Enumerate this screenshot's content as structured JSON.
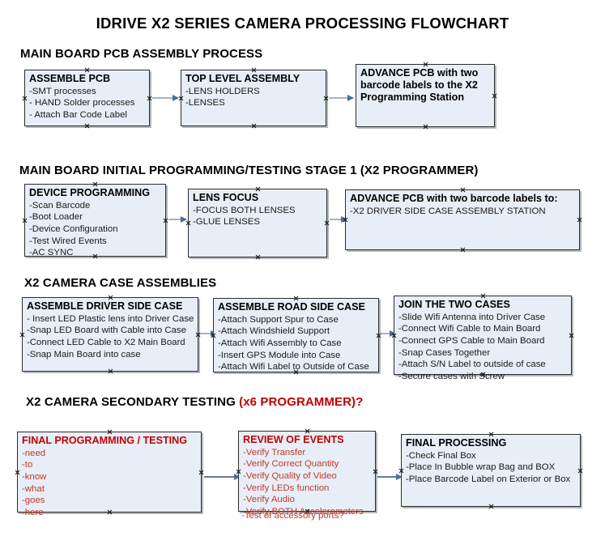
{
  "document": {
    "title": "IDRIVE X2  SERIES CAMERA PROCESSING FLOWCHART",
    "accent_color": "#c00000",
    "node_fill": "#e8eef7",
    "connector_color": "#9fb4cc"
  },
  "sections": [
    {
      "id": "main-board-pcb-assembly",
      "heading": "MAIN BOARD PCB ASSEMBLY PROCESS",
      "heading_accent": "",
      "nodes": [
        {
          "id": "assemble-pcb",
          "title": "ASSEMBLE PCB",
          "items": [
            "-SMT processes",
            "- HAND Solder processes",
            "- Attach Bar Code Label"
          ]
        },
        {
          "id": "top-level-assembly",
          "title": "TOP LEVEL ASSEMBLY",
          "items": [
            "-LENS HOLDERS",
            "-LENSES"
          ]
        },
        {
          "id": "advance-pcb-x2-programming-station",
          "title": "ADVANCE PCB with two barcode labels to the  X2 Programming Station",
          "items": []
        }
      ]
    },
    {
      "id": "main-board-initial-programming",
      "heading": "MAIN BOARD INITIAL PROGRAMMING/TESTING STAGE 1 (X2 PROGRAMMER)",
      "heading_accent": "",
      "nodes": [
        {
          "id": "device-programming",
          "title": "DEVICE PROGRAMMING",
          "items": [
            "-Scan Barcode",
            "-Boot Loader",
            "-Device Configuration",
            "-Test Wired Events",
            "-AC SYNC"
          ]
        },
        {
          "id": "lens-focus",
          "title": "LENS FOCUS",
          "items": [
            "-FOCUS BOTH LENSES",
            "-GLUE LENSES"
          ]
        },
        {
          "id": "advance-pcb-driver-side-case",
          "title": "ADVANCE PCB with two barcode labels to:",
          "items": [
            "-X2 DRIVER  SIDE  CASE  ASSEMBLY STATION"
          ]
        }
      ]
    },
    {
      "id": "x2-camera-case-assemblies",
      "heading": "X2 CAMERA CASE ASSEMBLIES",
      "heading_accent": "",
      "nodes": [
        {
          "id": "assemble-driver-side-case",
          "title": "ASSEMBLE DRIVER SIDE CASE",
          "items": [
            "- Insert LED Plastic lens into Driver Case",
            "-Snap LED Board with Cable into Case",
            "-Connect LED Cable to X2 Main Board",
            "-Snap Main Board into case"
          ]
        },
        {
          "id": "assemble-road-side-case",
          "title": "ASSEMBLE ROAD SIDE CASE",
          "items": [
            "-Attach Support Spur to Case",
            "-Attach Windshield Support",
            "-Attach Wifi Assembly to Case",
            "-Insert GPS Module into Case",
            "-Attach Wifi Label to Outside of Case"
          ]
        },
        {
          "id": "join-the-two-cases",
          "title": "JOIN THE TWO CASES",
          "items": [
            "-Slide Wifi Antenna into Driver Case",
            "-Connect Wifi Cable to Main Board",
            "-Connect GPS Cable to Main Board",
            "-Snap Cases Together",
            "-Attach S/N Label to outside of case",
            "-Secure cases with Screw"
          ]
        }
      ]
    },
    {
      "id": "x2-camera-secondary-testing",
      "heading": "X2 CAMERA SECONDARY TESTING ",
      "heading_accent": "(x6 PROGRAMMER)?",
      "nodes": [
        {
          "id": "final-programming-testing",
          "title": "FINAL PROGRAMMING / TESTING",
          "items": [
            "-need",
            "-to",
            "-know",
            "-what",
            "-goes",
            "-here"
          ]
        },
        {
          "id": "review-of-events",
          "title": "REVIEW OF EVENTS",
          "items": [
            "-Verify Transfer",
            "-Verify Correct Quantity",
            "-Verify Quality of Video",
            "-Verify LEDs function",
            "-Verify Audio",
            "-Verify BOTH Accelerometers"
          ],
          "overflow_item": "-Test of accessory ports?"
        },
        {
          "id": "final-processing",
          "title": "FINAL PROCESSING",
          "items": [
            " -Check Final Box",
            "-Place In Bubble wrap Bag and BOX",
            "-Place Barcode Label on Exterior or Box"
          ]
        }
      ]
    }
  ]
}
